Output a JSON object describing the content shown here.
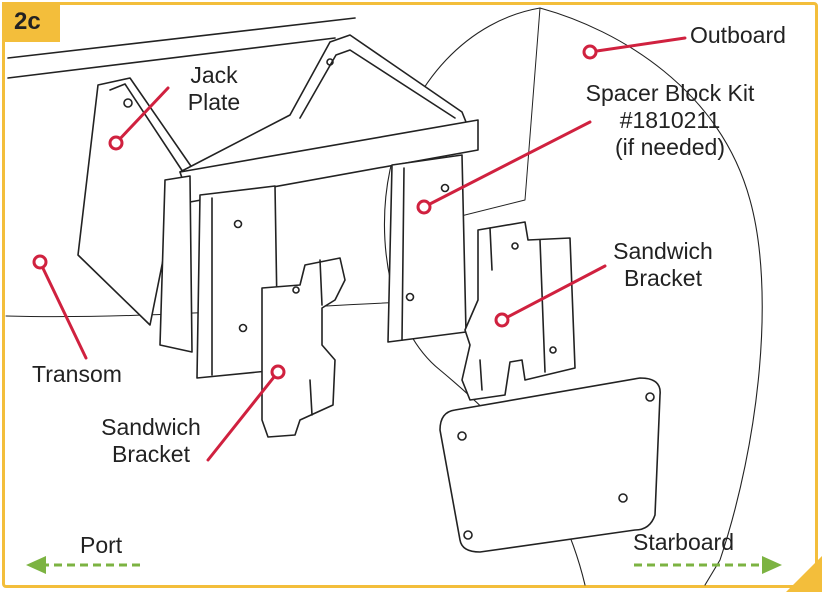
{
  "step": "2c",
  "labels": {
    "outboard": "Outboard",
    "jack_plate_1": "Jack",
    "jack_plate_2": "Plate",
    "spacer_kit_1": "Spacer Block Kit",
    "spacer_kit_2": "#1810211",
    "spacer_kit_3": "(if needed)",
    "sandwich_right_1": "Sandwich",
    "sandwich_right_2": "Bracket",
    "sandwich_left_1": "Sandwich",
    "sandwich_left_2": "Bracket",
    "transom": "Transom",
    "port": "Port",
    "starboard": "Starboard"
  },
  "colors": {
    "frame": "#f3be3b",
    "leader": "#d0213f",
    "arrow": "#7cb342",
    "line": "#222222"
  }
}
